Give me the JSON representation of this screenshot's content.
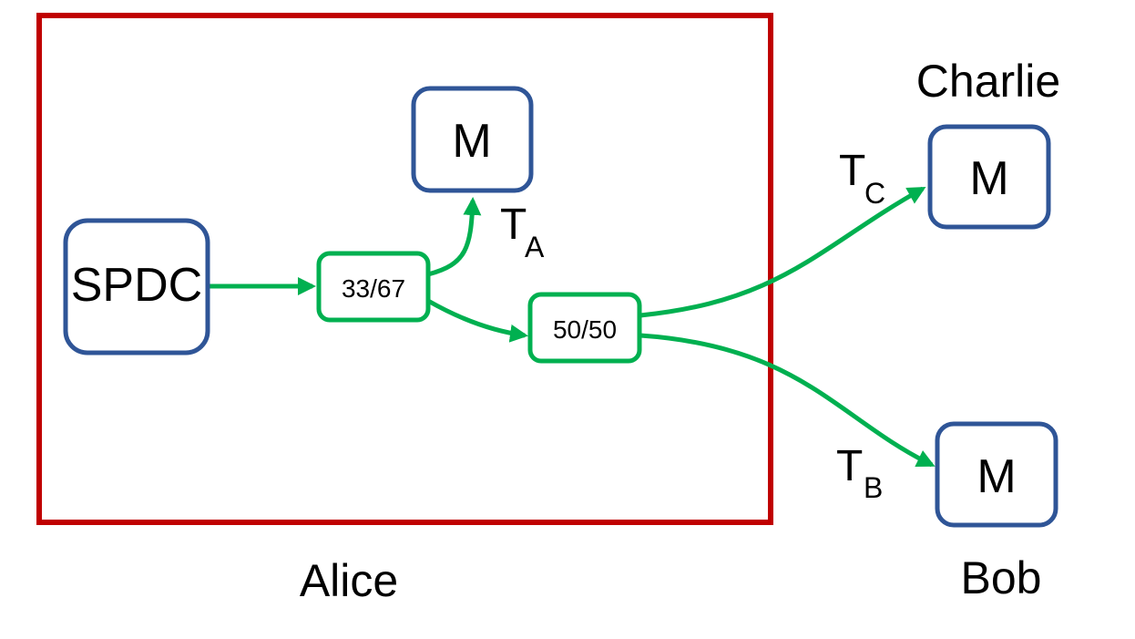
{
  "alice": {
    "label": "Alice",
    "frame_color": "#c00000"
  },
  "charlie": {
    "label": "Charlie"
  },
  "bob": {
    "label": "Bob"
  },
  "source": {
    "label": "SPDC",
    "border_color": "#2f5597"
  },
  "splitter_1": {
    "label": "33/67",
    "border_color": "#00b050"
  },
  "splitter_2": {
    "label": "50/50",
    "border_color": "#00b050"
  },
  "detectors": {
    "alice": {
      "label": "M"
    },
    "charlie": {
      "label": "M"
    },
    "bob": {
      "label": "M"
    }
  },
  "times": {
    "alice": {
      "main": "T",
      "sub": "A"
    },
    "charlie": {
      "main": "T",
      "sub": "C"
    },
    "bob": {
      "main": "T",
      "sub": "B"
    }
  },
  "colors": {
    "box_border": "#2f5597",
    "arrow": "#00b050",
    "alice_frame": "#c00000",
    "text": "#000000"
  }
}
